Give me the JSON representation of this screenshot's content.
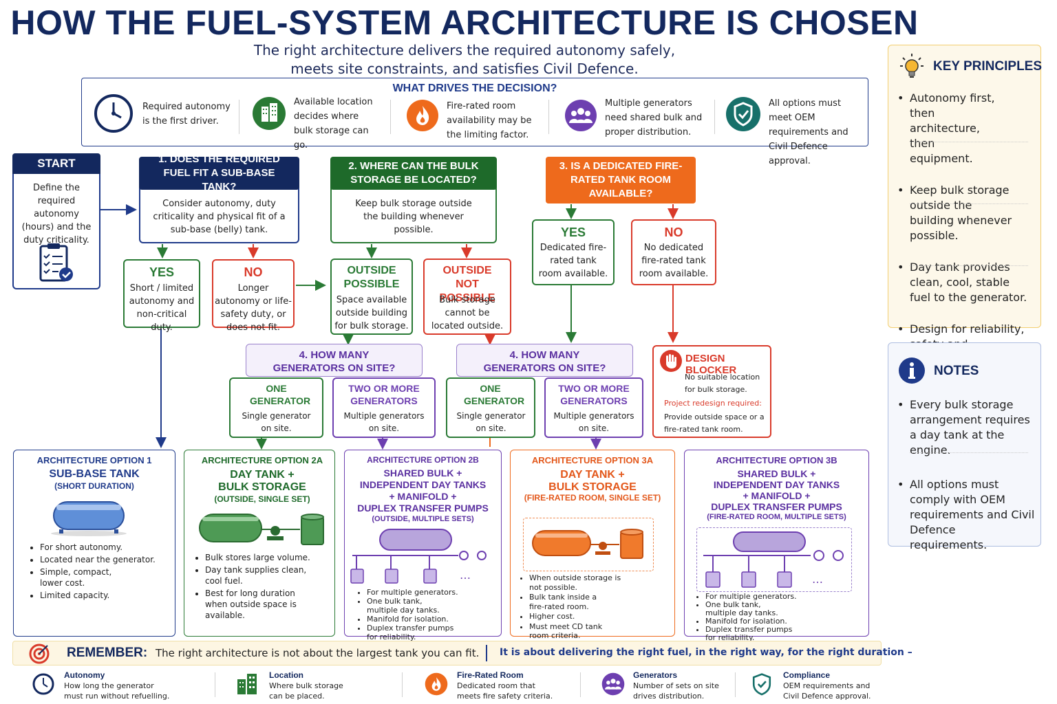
{
  "title": "HOW THE FUEL-SYSTEM ARCHITECTURE IS CHOSEN",
  "subtitle_line1": "The right architecture delivers the required autonomy safely,",
  "subtitle_line2": "meets site constraints, and satisfies Civil Defence.",
  "drivers": {
    "heading": "WHAT DRIVES THE DECISION?",
    "items": [
      {
        "icon": "clock-icon",
        "text": "Required autonomy is the first driver."
      },
      {
        "icon": "building-icon",
        "text": "Available location decides where bulk storage can go."
      },
      {
        "icon": "fire-icon",
        "text": "Fire-rated room availability may be the limiting factor."
      },
      {
        "icon": "group-icon",
        "text": "Multiple generators need shared bulk and proper distribution."
      },
      {
        "icon": "shield-check-icon",
        "text": "All options must meet OEM requirements and Civil Defence approval."
      }
    ]
  },
  "start": {
    "label": "START",
    "text": "Define the required autonomy (hours) and the duty criticality."
  },
  "q1": {
    "title": "1. DOES THE REQUIRED FUEL FIT A SUB-BASE TANK?",
    "text": "Consider autonomy, duty criticality and physical fit of a sub-base (belly) tank."
  },
  "q1_yes": {
    "label": "YES",
    "text": "Short / limited autonomy and non-critical duty."
  },
  "q1_no": {
    "label": "NO",
    "text": "Longer autonomy or life-safety duty, or does not fit."
  },
  "q2": {
    "title": "2. WHERE CAN THE BULK STORAGE BE LOCATED?",
    "text": "Keep bulk storage outside the building whenever possible."
  },
  "q2_out": {
    "label": "OUTSIDE POSSIBLE",
    "text": "Space available outside building for bulk storage."
  },
  "q2_notout": {
    "label": "OUTSIDE NOT POSSIBLE",
    "text": "Bulk storage cannot be located outside."
  },
  "q3": {
    "title": "3. IS A DEDICATED FIRE-RATED TANK ROOM AVAILABLE?"
  },
  "q3_yes": {
    "label": "YES",
    "text": "Dedicated fire-rated tank room available."
  },
  "q3_no": {
    "label": "NO",
    "text": "No dedicated fire-rated tank room available."
  },
  "q4a": {
    "title": "4. HOW MANY GENERATORS ON SITE?"
  },
  "q4b": {
    "title": "4. HOW MANY GENERATORS ON SITE?"
  },
  "gen_one": {
    "label": "ONE GENERATOR",
    "text": "Single generator on site."
  },
  "gen_multi": {
    "label": "TWO OR MORE GENERATORS",
    "text": "Multiple generators on site."
  },
  "blocker": {
    "label": "DESIGN BLOCKER",
    "text": "No suitable location for bulk storage.",
    "red": "Project redesign required:",
    "text2": "Provide outside space or a fire-rated tank room."
  },
  "options": {
    "o1": {
      "head": "ARCHITECTURE OPTION 1",
      "name": "SUB-BASE TANK",
      "sub": "(SHORT DURATION)",
      "bullets": [
        "For short autonomy.",
        "Located near the generator.",
        "Simple, compact, lower cost.",
        "Limited capacity."
      ]
    },
    "o2a": {
      "head": "ARCHITECTURE OPTION 2A",
      "name1": "DAY TANK +",
      "name2": "BULK STORAGE",
      "sub": "(OUTSIDE, SINGLE SET)",
      "bullets": [
        "Bulk stores large volume.",
        "Day tank supplies clean, cool fuel.",
        "Best for long duration when outside space is available."
      ]
    },
    "o2b": {
      "head": "ARCHITECTURE OPTION 2B",
      "name1": "SHARED BULK +",
      "name2": "INDEPENDENT DAY TANKS",
      "name3": "+ MANIFOLD +",
      "name4": "DUPLEX TRANSFER PUMPS",
      "sub": "(OUTSIDE, MULTIPLE SETS)",
      "bullets": [
        "For multiple generators.",
        "One bulk tank, multiple day tanks.",
        "Manifold for isolation.",
        "Duplex transfer pumps for reliability."
      ]
    },
    "o3a": {
      "head": "ARCHITECTURE OPTION 3A",
      "name1": "DAY TANK +",
      "name2": "BULK STORAGE",
      "sub": "(FIRE-RATED ROOM, SINGLE SET)",
      "bullets": [
        "When outside storage is not possible.",
        "Bulk tank inside a fire-rated room.",
        "Higher cost.",
        "Must meet CD tank room criteria."
      ]
    },
    "o3b": {
      "head": "ARCHITECTURE OPTION 3B",
      "name1": "SHARED BULK +",
      "name2": "INDEPENDENT DAY TANKS",
      "name3": "+ MANIFOLD +",
      "name4": "DUPLEX TRANSFER PUMPS",
      "sub": "(FIRE-RATED ROOM, MULTIPLE SETS)",
      "bullets": [
        "For multiple generators.",
        "One bulk tank, multiple day tanks.",
        "Manifold for isolation.",
        "Duplex transfer pumps for reliability."
      ]
    }
  },
  "remember": {
    "label": "REMEMBER:",
    "text1": "The right architecture is not about the largest tank you can fit.",
    "text2": "It is about delivering the right fuel, in the right way, for the right duration –"
  },
  "footer": [
    {
      "icon": "clock-icon",
      "title": "Autonomy",
      "text1": "How long the generator",
      "text2": "must run without refuelling."
    },
    {
      "icon": "building-icon",
      "title": "Location",
      "text1": "Where bulk storage",
      "text2": "can be placed."
    },
    {
      "icon": "fire-icon",
      "title": "Fire-Rated Room",
      "text1": "Dedicated room that",
      "text2": "meets fire safety criteria."
    },
    {
      "icon": "group-icon",
      "title": "Generators",
      "text1": "Number of sets on site",
      "text2": "drives distribution."
    },
    {
      "icon": "shield-check-icon",
      "title": "Compliance",
      "text1": "OEM requirements and",
      "text2": "Civil Defence approval."
    }
  ],
  "principles": {
    "heading": "KEY PRINCIPLES",
    "items": [
      "Autonomy first, then architecture, then equipment.",
      "Keep bulk storage outside the building whenever possible.",
      "Day tank provides clean, cool, stable fuel to the generator.",
      "Design for reliability, safety and maintainability."
    ]
  },
  "notes": {
    "heading": "NOTES",
    "items": [
      "Every bulk storage arrangement requires a day tank at the engine.",
      "All options must comply with OEM requirements and Civil Defence requirements."
    ]
  },
  "colors": {
    "navy": "#1f3a8a",
    "green": "#2a7a35",
    "red": "#d93a2a",
    "orange": "#ee6a1c",
    "purple": "#6d3fb0"
  }
}
